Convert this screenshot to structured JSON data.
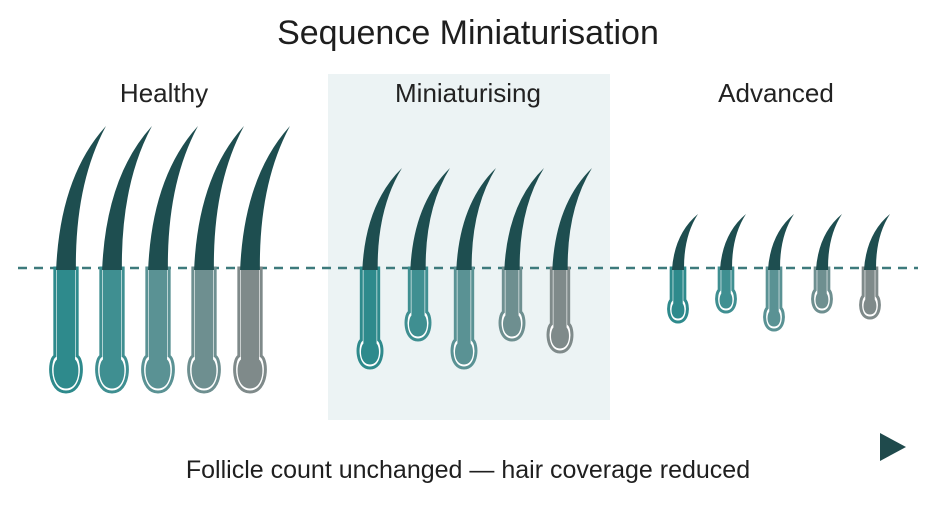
{
  "title": "Sequence Miniaturisation",
  "stages": [
    {
      "label": "Healthy",
      "hair_scale": 1.0
    },
    {
      "label": "Miniaturising",
      "hair_scale": 0.7
    },
    {
      "label": "Advanced",
      "hair_scale": 0.45
    }
  ],
  "caption": "Follicle count unchanged — hair coverage reduced",
  "follicles_per_stage": 5,
  "colors": {
    "follicle_gradient": [
      "#2e8a8c",
      "#3f8f91",
      "#5a9294",
      "#6e8f90",
      "#7f8a8a"
    ],
    "hair_shaft": "#1e4e50",
    "scalp_line": "#3d7a7c",
    "highlight_panel": "#ecf3f4",
    "arrow_start": "#3a9a9c",
    "arrow_end": "#1f4a4c"
  },
  "icons": {
    "arrow": "right-arrow-icon"
  }
}
